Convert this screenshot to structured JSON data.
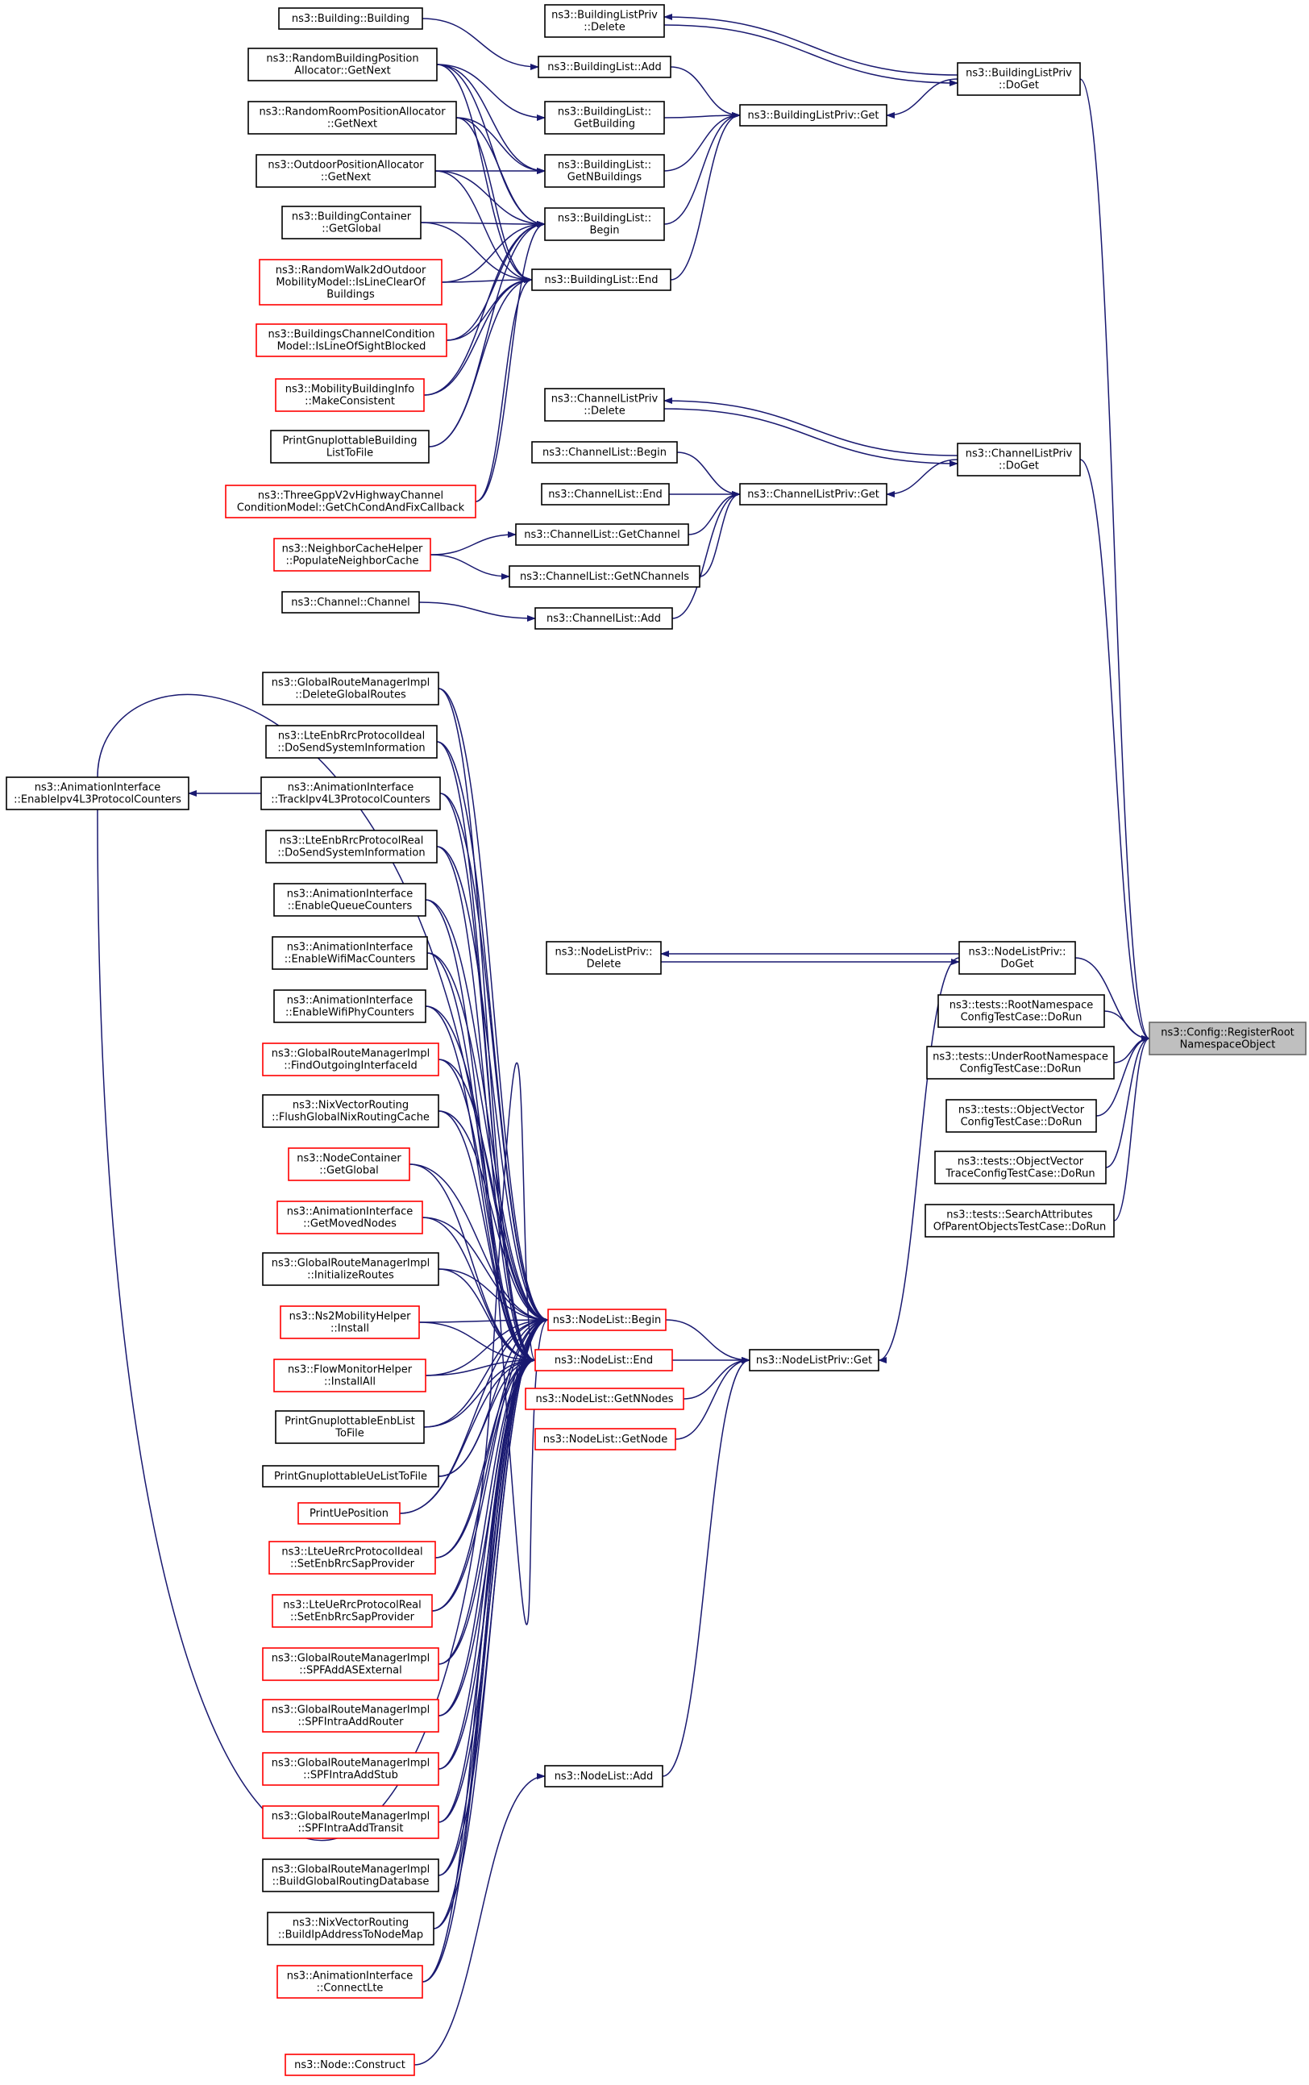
{
  "nodes": [
    {
      "id": "building",
      "lines": [
        "ns3::Building::Building"
      ],
      "border": "black"
    },
    {
      "id": "rbpa",
      "lines": [
        "ns3::RandomBuildingPosition",
        "Allocator::GetNext"
      ],
      "border": "black"
    },
    {
      "id": "rrpa",
      "lines": [
        "ns3::RandomRoomPositionAllocator",
        "::GetNext"
      ],
      "border": "black"
    },
    {
      "id": "opa",
      "lines": [
        "ns3::OutdoorPositionAllocator",
        "::GetNext"
      ],
      "border": "black"
    },
    {
      "id": "bcGlobal",
      "lines": [
        "ns3::BuildingContainer",
        "::GetGlobal"
      ],
      "border": "black"
    },
    {
      "id": "rw2d",
      "lines": [
        "ns3::RandomWalk2dOutdoor",
        "MobilityModel::IsLineClearOf",
        "Buildings"
      ],
      "border": "red"
    },
    {
      "id": "bccm",
      "lines": [
        "ns3::BuildingsChannelCondition",
        "Model::IsLineOfSightBlocked"
      ],
      "border": "red"
    },
    {
      "id": "mbi",
      "lines": [
        "ns3::MobilityBuildingInfo",
        "::MakeConsistent"
      ],
      "border": "red"
    },
    {
      "id": "pgbl",
      "lines": [
        "PrintGnuplottableBuilding",
        "ListToFile"
      ],
      "border": "black"
    },
    {
      "id": "tgpp",
      "lines": [
        "ns3::ThreeGppV2vHighwayChannel",
        "ConditionModel::GetChCondAndFixCallback"
      ],
      "border": "red"
    },
    {
      "id": "blpDelete",
      "lines": [
        "ns3::BuildingListPriv",
        "::Delete"
      ],
      "border": "black"
    },
    {
      "id": "blAdd",
      "lines": [
        "ns3::BuildingList::Add"
      ],
      "border": "black"
    },
    {
      "id": "blGetBuilding",
      "lines": [
        "ns3::BuildingList::",
        "GetBuilding"
      ],
      "border": "black"
    },
    {
      "id": "blGetN",
      "lines": [
        "ns3::BuildingList::",
        "GetNBuildings"
      ],
      "border": "black"
    },
    {
      "id": "blBegin",
      "lines": [
        "ns3::BuildingList::",
        "Begin"
      ],
      "border": "black"
    },
    {
      "id": "blEnd",
      "lines": [
        "ns3::BuildingList::End"
      ],
      "border": "black"
    },
    {
      "id": "blpGet",
      "lines": [
        "ns3::BuildingListPriv::Get"
      ],
      "border": "black"
    },
    {
      "id": "blpDoGet",
      "lines": [
        "ns3::BuildingListPriv",
        "::DoGet"
      ],
      "border": "black"
    },
    {
      "id": "clpDelete",
      "lines": [
        "ns3::ChannelListPriv",
        "::Delete"
      ],
      "border": "black"
    },
    {
      "id": "clBegin",
      "lines": [
        "ns3::ChannelList::Begin"
      ],
      "border": "black"
    },
    {
      "id": "clEnd",
      "lines": [
        "ns3::ChannelList::End"
      ],
      "border": "black"
    },
    {
      "id": "nch",
      "lines": [
        "ns3::NeighborCacheHelper",
        "::PopulateNeighborCache"
      ],
      "border": "red"
    },
    {
      "id": "clGetChannel",
      "lines": [
        "ns3::ChannelList::GetChannel"
      ],
      "border": "black"
    },
    {
      "id": "clGetN",
      "lines": [
        "ns3::ChannelList::GetNChannels"
      ],
      "border": "black"
    },
    {
      "id": "channel",
      "lines": [
        "ns3::Channel::Channel"
      ],
      "border": "black"
    },
    {
      "id": "clAdd",
      "lines": [
        "ns3::ChannelList::Add"
      ],
      "border": "black"
    },
    {
      "id": "clpGet",
      "lines": [
        "ns3::ChannelListPriv::Get"
      ],
      "border": "black"
    },
    {
      "id": "clpDoGet",
      "lines": [
        "ns3::ChannelListPriv",
        "::DoGet"
      ],
      "border": "black"
    },
    {
      "id": "enableIpv4",
      "lines": [
        "ns3::AnimationInterface",
        "::EnableIpv4L3ProtocolCounters"
      ],
      "border": "black"
    },
    {
      "id": "grmDelete",
      "lines": [
        "ns3::GlobalRouteManagerImpl",
        "::DeleteGlobalRoutes"
      ],
      "border": "black"
    },
    {
      "id": "lteIdealSys",
      "lines": [
        "ns3::LteEnbRrcProtocolIdeal",
        "::DoSendSystemInformation"
      ],
      "border": "black"
    },
    {
      "id": "trackIpv4",
      "lines": [
        "ns3::AnimationInterface",
        "::TrackIpv4L3ProtocolCounters"
      ],
      "border": "black"
    },
    {
      "id": "lteRealSys",
      "lines": [
        "ns3::LteEnbRrcProtocolReal",
        "::DoSendSystemInformation"
      ],
      "border": "black"
    },
    {
      "id": "enableQueue",
      "lines": [
        "ns3::AnimationInterface",
        "::EnableQueueCounters"
      ],
      "border": "black"
    },
    {
      "id": "enableWifiMac",
      "lines": [
        "ns3::AnimationInterface",
        "::EnableWifiMacCounters"
      ],
      "border": "black"
    },
    {
      "id": "enableWifiPhy",
      "lines": [
        "ns3::AnimationInterface",
        "::EnableWifiPhyCounters"
      ],
      "border": "black"
    },
    {
      "id": "grmFindOut",
      "lines": [
        "ns3::GlobalRouteManagerImpl",
        "::FindOutgoingInterfaceId"
      ],
      "border": "red"
    },
    {
      "id": "nixFlush",
      "lines": [
        "ns3::NixVectorRouting",
        "::FlushGlobalNixRoutingCache"
      ],
      "border": "black"
    },
    {
      "id": "ncGlobal",
      "lines": [
        "ns3::NodeContainer",
        "::GetGlobal"
      ],
      "border": "red"
    },
    {
      "id": "getMoved",
      "lines": [
        "ns3::AnimationInterface",
        "::GetMovedNodes"
      ],
      "border": "red"
    },
    {
      "id": "grmInit",
      "lines": [
        "ns3::GlobalRouteManagerImpl",
        "::InitializeRoutes"
      ],
      "border": "black"
    },
    {
      "id": "ns2Install",
      "lines": [
        "ns3::Ns2MobilityHelper",
        "::Install"
      ],
      "border": "red"
    },
    {
      "id": "fmInstall",
      "lines": [
        "ns3::FlowMonitorHelper",
        "::InstallAll"
      ],
      "border": "red"
    },
    {
      "id": "pgEnb",
      "lines": [
        "PrintGnuplottableEnbList",
        "ToFile"
      ],
      "border": "black"
    },
    {
      "id": "pgUe",
      "lines": [
        "PrintGnuplottableUeListToFile"
      ],
      "border": "black"
    },
    {
      "id": "printUe",
      "lines": [
        "PrintUePosition"
      ],
      "border": "red"
    },
    {
      "id": "lteUeIdeal",
      "lines": [
        "ns3::LteUeRrcProtocolIdeal",
        "::SetEnbRrcSapProvider"
      ],
      "border": "red"
    },
    {
      "id": "lteUeReal",
      "lines": [
        "ns3::LteUeRrcProtocolReal",
        "::SetEnbRrcSapProvider"
      ],
      "border": "red"
    },
    {
      "id": "spfExt",
      "lines": [
        "ns3::GlobalRouteManagerImpl",
        "::SPFAddASExternal"
      ],
      "border": "red"
    },
    {
      "id": "spfRouter",
      "lines": [
        "ns3::GlobalRouteManagerImpl",
        "::SPFIntraAddRouter"
      ],
      "border": "red"
    },
    {
      "id": "spfStub",
      "lines": [
        "ns3::GlobalRouteManagerImpl",
        "::SPFIntraAddStub"
      ],
      "border": "red"
    },
    {
      "id": "spfTransit",
      "lines": [
        "ns3::GlobalRouteManagerImpl",
        "::SPFIntraAddTransit"
      ],
      "border": "red"
    },
    {
      "id": "grmBuild",
      "lines": [
        "ns3::GlobalRouteManagerImpl",
        "::BuildGlobalRoutingDatabase"
      ],
      "border": "black"
    },
    {
      "id": "nixBuild",
      "lines": [
        "ns3::NixVectorRouting",
        "::BuildIpAddressToNodeMap"
      ],
      "border": "black"
    },
    {
      "id": "connectLte",
      "lines": [
        "ns3::AnimationInterface",
        "::ConnectLte"
      ],
      "border": "red"
    },
    {
      "id": "nodeConstruct",
      "lines": [
        "ns3::Node::Construct"
      ],
      "border": "red"
    },
    {
      "id": "nlBegin",
      "lines": [
        "ns3::NodeList::Begin"
      ],
      "border": "red"
    },
    {
      "id": "nlEnd",
      "lines": [
        "ns3::NodeList::End"
      ],
      "border": "red"
    },
    {
      "id": "nlGetN",
      "lines": [
        "ns3::NodeList::GetNNodes"
      ],
      "border": "red"
    },
    {
      "id": "nlGetNode",
      "lines": [
        "ns3::NodeList::GetNode"
      ],
      "border": "red"
    },
    {
      "id": "nlAdd",
      "lines": [
        "ns3::NodeList::Add"
      ],
      "border": "black"
    },
    {
      "id": "nlpDelete",
      "lines": [
        "ns3::NodeListPriv::",
        "Delete"
      ],
      "border": "black"
    },
    {
      "id": "nlpGet",
      "lines": [
        "ns3::NodeListPriv::Get"
      ],
      "border": "black"
    },
    {
      "id": "nlpDoGet",
      "lines": [
        "ns3::NodeListPriv::",
        "DoGet"
      ],
      "border": "black"
    },
    {
      "id": "rootNs",
      "lines": [
        "ns3::tests::RootNamespace",
        "ConfigTestCase::DoRun"
      ],
      "border": "black"
    },
    {
      "id": "underRoot",
      "lines": [
        "ns3::tests::UnderRootNamespace",
        "ConfigTestCase::DoRun"
      ],
      "border": "black"
    },
    {
      "id": "objVec",
      "lines": [
        "ns3::tests::ObjectVector",
        "ConfigTestCase::DoRun"
      ],
      "border": "black"
    },
    {
      "id": "objVecTrace",
      "lines": [
        "ns3::tests::ObjectVector",
        "TraceConfigTestCase::DoRun"
      ],
      "border": "black"
    },
    {
      "id": "searchAttr",
      "lines": [
        "ns3::tests::SearchAttributes",
        "OfParentObjectsTestCase::DoRun"
      ],
      "border": "black"
    },
    {
      "id": "root",
      "lines": [
        "ns3::Config::RegisterRoot",
        "NamespaceObject"
      ],
      "border": "gray",
      "fill": "#bfbfbf"
    }
  ],
  "edges": [
    [
      "blpDoGet",
      "blpDelete"
    ],
    [
      "blpDelete",
      "blpDoGet"
    ],
    [
      "blpDoGet",
      "blpGet"
    ],
    [
      "blAdd",
      "blpGet"
    ],
    [
      "blGetBuilding",
      "blpGet"
    ],
    [
      "blGetN",
      "blpGet"
    ],
    [
      "blBegin",
      "blpGet"
    ],
    [
      "blEnd",
      "blpGet"
    ],
    [
      "building",
      "blAdd"
    ],
    [
      "rbpa",
      "blGetBuilding"
    ],
    [
      "rbpa",
      "blGetN"
    ],
    [
      "rbpa",
      "blBegin"
    ],
    [
      "rbpa",
      "blEnd"
    ],
    [
      "rrpa",
      "blGetN"
    ],
    [
      "rrpa",
      "blBegin"
    ],
    [
      "rrpa",
      "blEnd"
    ],
    [
      "opa",
      "blGetN"
    ],
    [
      "opa",
      "blBegin"
    ],
    [
      "opa",
      "blEnd"
    ],
    [
      "bcGlobal",
      "blBegin"
    ],
    [
      "bcGlobal",
      "blEnd"
    ],
    [
      "rw2d",
      "blBegin"
    ],
    [
      "rw2d",
      "blEnd"
    ],
    [
      "bccm",
      "blBegin"
    ],
    [
      "bccm",
      "blEnd"
    ],
    [
      "mbi",
      "blBegin"
    ],
    [
      "mbi",
      "blEnd"
    ],
    [
      "pgbl",
      "blBegin"
    ],
    [
      "pgbl",
      "blEnd"
    ],
    [
      "tgpp",
      "blBegin"
    ],
    [
      "tgpp",
      "blEnd"
    ],
    [
      "clpDoGet",
      "clpDelete"
    ],
    [
      "clpDelete",
      "clpDoGet"
    ],
    [
      "clpDoGet",
      "clpGet"
    ],
    [
      "clBegin",
      "clpGet"
    ],
    [
      "clEnd",
      "clpGet"
    ],
    [
      "clGetChannel",
      "clpGet"
    ],
    [
      "clGetN",
      "clpGet"
    ],
    [
      "clAdd",
      "clpGet"
    ],
    [
      "nch",
      "clGetChannel"
    ],
    [
      "nch",
      "clGetN"
    ],
    [
      "channel",
      "clAdd"
    ],
    [
      "trackIpv4",
      "enableIpv4"
    ],
    [
      "enableIpv4",
      "nlBegin"
    ],
    [
      "enableIpv4",
      "nlEnd"
    ],
    [
      "grmDelete",
      "nlBegin"
    ],
    [
      "grmDelete",
      "nlEnd"
    ],
    [
      "lteIdealSys",
      "nlBegin"
    ],
    [
      "lteIdealSys",
      "nlEnd"
    ],
    [
      "trackIpv4",
      "nlBegin"
    ],
    [
      "trackIpv4",
      "nlEnd"
    ],
    [
      "lteRealSys",
      "nlBegin"
    ],
    [
      "lteRealSys",
      "nlEnd"
    ],
    [
      "enableQueue",
      "nlBegin"
    ],
    [
      "enableQueue",
      "nlEnd"
    ],
    [
      "enableWifiMac",
      "nlBegin"
    ],
    [
      "enableWifiMac",
      "nlEnd"
    ],
    [
      "enableWifiPhy",
      "nlBegin"
    ],
    [
      "enableWifiPhy",
      "nlEnd"
    ],
    [
      "grmFindOut",
      "nlBegin"
    ],
    [
      "grmFindOut",
      "nlEnd"
    ],
    [
      "nixFlush",
      "nlBegin"
    ],
    [
      "nixFlush",
      "nlEnd"
    ],
    [
      "ncGlobal",
      "nlBegin"
    ],
    [
      "ncGlobal",
      "nlEnd"
    ],
    [
      "getMoved",
      "nlBegin"
    ],
    [
      "getMoved",
      "nlEnd"
    ],
    [
      "grmInit",
      "nlBegin"
    ],
    [
      "grmInit",
      "nlEnd"
    ],
    [
      "ns2Install",
      "nlBegin"
    ],
    [
      "ns2Install",
      "nlEnd"
    ],
    [
      "fmInstall",
      "nlBegin"
    ],
    [
      "fmInstall",
      "nlEnd"
    ],
    [
      "pgEnb",
      "nlBegin"
    ],
    [
      "pgEnb",
      "nlEnd"
    ],
    [
      "pgUe",
      "nlBegin"
    ],
    [
      "pgUe",
      "nlEnd"
    ],
    [
      "printUe",
      "nlBegin"
    ],
    [
      "printUe",
      "nlEnd"
    ],
    [
      "lteUeIdeal",
      "nlBegin"
    ],
    [
      "lteUeIdeal",
      "nlEnd"
    ],
    [
      "lteUeReal",
      "nlBegin"
    ],
    [
      "lteUeReal",
      "nlEnd"
    ],
    [
      "spfExt",
      "nlBegin"
    ],
    [
      "spfExt",
      "nlEnd"
    ],
    [
      "spfRouter",
      "nlBegin"
    ],
    [
      "spfRouter",
      "nlEnd"
    ],
    [
      "spfStub",
      "nlBegin"
    ],
    [
      "spfStub",
      "nlEnd"
    ],
    [
      "spfTransit",
      "nlBegin"
    ],
    [
      "spfTransit",
      "nlEnd"
    ],
    [
      "grmBuild",
      "nlBegin"
    ],
    [
      "grmBuild",
      "nlEnd"
    ],
    [
      "nixBuild",
      "nlBegin"
    ],
    [
      "nixBuild",
      "nlEnd"
    ],
    [
      "connectLte",
      "nlBegin"
    ],
    [
      "connectLte",
      "nlEnd"
    ],
    [
      "nodeConstruct",
      "nlAdd"
    ],
    [
      "nlBegin",
      "nlpGet"
    ],
    [
      "nlEnd",
      "nlpGet"
    ],
    [
      "nlGetN",
      "nlpGet"
    ],
    [
      "nlGetNode",
      "nlpGet"
    ],
    [
      "nlAdd",
      "nlpGet"
    ],
    [
      "nlpDoGet",
      "nlpDelete"
    ],
    [
      "nlpDelete",
      "nlpDoGet"
    ],
    [
      "nlpDoGet",
      "nlpGet"
    ],
    [
      "blpDoGet",
      "root"
    ],
    [
      "clpDoGet",
      "root"
    ],
    [
      "nlpDoGet",
      "root"
    ],
    [
      "rootNs",
      "root"
    ],
    [
      "underRoot",
      "root"
    ],
    [
      "objVec",
      "root"
    ],
    [
      "objVecTrace",
      "root"
    ],
    [
      "searchAttr",
      "root"
    ]
  ]
}
